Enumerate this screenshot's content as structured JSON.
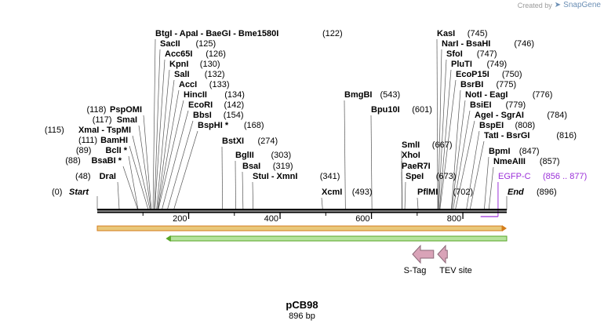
{
  "header": {
    "credit_prefix": "Created by",
    "brand": "SnapGene"
  },
  "plasmid": {
    "name": "pCB98",
    "size_text": "896 bp",
    "length": 896
  },
  "ruler": {
    "ticks": [
      200,
      400,
      600,
      800
    ],
    "tick_labels": [
      "200",
      "400",
      "600",
      "800"
    ]
  },
  "ends": [
    {
      "pos": 0,
      "name": "Start",
      "num": "(0)"
    },
    {
      "pos": 896,
      "name": "End",
      "num": "(896)"
    }
  ],
  "sites": [
    {
      "pos": 48,
      "name": "DraI",
      "num": "(48)",
      "side": "L"
    },
    {
      "pos": 88,
      "name": "BsaBI *",
      "num": "(88)",
      "side": "L"
    },
    {
      "pos": 89,
      "name": "BclI *",
      "num": "(89)",
      "side": "L"
    },
    {
      "pos": 111,
      "name": "BamHI",
      "num": "(111)",
      "side": "L"
    },
    {
      "pos": 115,
      "name": "XmaI - TspMI",
      "num": "(115)",
      "side": "L"
    },
    {
      "pos": 117,
      "name": "SmaI",
      "num": "(117)",
      "side": "L"
    },
    {
      "pos": 118,
      "name": "PspOMI",
      "num": "(118)",
      "side": "L"
    },
    {
      "pos": 122,
      "name": "BtgI - ApaI - BaeGI - Bme1580I",
      "num": "(122)",
      "side": "R"
    },
    {
      "pos": 125,
      "name": "SacII",
      "num": "(125)",
      "side": "R"
    },
    {
      "pos": 126,
      "name": "Acc65I",
      "num": "(126)",
      "side": "R"
    },
    {
      "pos": 130,
      "name": "KpnI",
      "num": "(130)",
      "side": "R"
    },
    {
      "pos": 132,
      "name": "SalI",
      "num": "(132)",
      "side": "R"
    },
    {
      "pos": 133,
      "name": "AccI",
      "num": "(133)",
      "side": "R"
    },
    {
      "pos": 134,
      "name": "HincII",
      "num": "(134)",
      "side": "R"
    },
    {
      "pos": 142,
      "name": "EcoRI",
      "num": "(142)",
      "side": "R"
    },
    {
      "pos": 154,
      "name": "BbsI",
      "num": "(154)",
      "side": "R"
    },
    {
      "pos": 168,
      "name": "BspHI *",
      "num": "(168)",
      "side": "R"
    },
    {
      "pos": 274,
      "name": "BstXI",
      "num": "(274)",
      "side": "R"
    },
    {
      "pos": 303,
      "name": "BglII",
      "num": "(303)",
      "side": "R"
    },
    {
      "pos": 319,
      "name": "BsaI",
      "num": "(319)",
      "side": "R"
    },
    {
      "pos": 341,
      "name": "StuI - XmnI",
      "num": "(341)",
      "side": "R"
    },
    {
      "pos": 493,
      "name": "XcmI",
      "num": "(493)",
      "side": "R"
    },
    {
      "pos": 543,
      "name": "BmgBI",
      "num": "(543)",
      "side": "R"
    },
    {
      "pos": 601,
      "name": "Bpu10I",
      "num": "(601)",
      "side": "R"
    },
    {
      "pos": 667,
      "name": "SmlI",
      "num": "(667)",
      "side": "R"
    },
    {
      "pos": 667,
      "name": "XhoI",
      "num": "",
      "side": "R"
    },
    {
      "pos": 667,
      "name": "PaeR7I",
      "num": "",
      "side": "R"
    },
    {
      "pos": 673,
      "name": "SpeI",
      "num": "(673)",
      "side": "R"
    },
    {
      "pos": 702,
      "name": "PflMI",
      "num": "(702)",
      "side": "R"
    },
    {
      "pos": 745,
      "name": "KasI",
      "num": "(745)",
      "side": "R"
    },
    {
      "pos": 746,
      "name": "NarI - BsaHI",
      "num": "(746)",
      "side": "R"
    },
    {
      "pos": 747,
      "name": "SfoI",
      "num": "(747)",
      "side": "R"
    },
    {
      "pos": 749,
      "name": "PluTI",
      "num": "(749)",
      "side": "R"
    },
    {
      "pos": 750,
      "name": "EcoP15I",
      "num": "(750)",
      "side": "R"
    },
    {
      "pos": 775,
      "name": "BsrBI",
      "num": "(775)",
      "side": "R"
    },
    {
      "pos": 776,
      "name": "NotI - EagI",
      "num": "(776)",
      "side": "R"
    },
    {
      "pos": 779,
      "name": "BsiEI",
      "num": "(779)",
      "side": "R"
    },
    {
      "pos": 784,
      "name": "AgeI - SgrAI",
      "num": "(784)",
      "side": "R"
    },
    {
      "pos": 808,
      "name": "BspEI",
      "num": "(808)",
      "side": "R"
    },
    {
      "pos": 816,
      "name": "TatI - BsrGI",
      "num": "(816)",
      "side": "R"
    },
    {
      "pos": 847,
      "name": "BpmI",
      "num": "(847)",
      "side": "R"
    },
    {
      "pos": 857,
      "name": "NmeAIII",
      "num": "(857)",
      "side": "R"
    }
  ],
  "primer": {
    "name": "EGFP-C",
    "range": "(856 .. 877)",
    "color": "#9b30d9"
  },
  "features": [
    {
      "name": "S-Tag",
      "start": 690,
      "end": 736,
      "color": "#d9a3b8"
    },
    {
      "name": "TEV site",
      "start": 745,
      "end": 766,
      "color": "#d9a3b8"
    }
  ],
  "colors": {
    "orf_fill": "#e9c87a",
    "orf_border": "#d47d1c",
    "orf2_fill": "#b5e39c",
    "orf2_border": "#58a628",
    "dna": "#000000"
  }
}
